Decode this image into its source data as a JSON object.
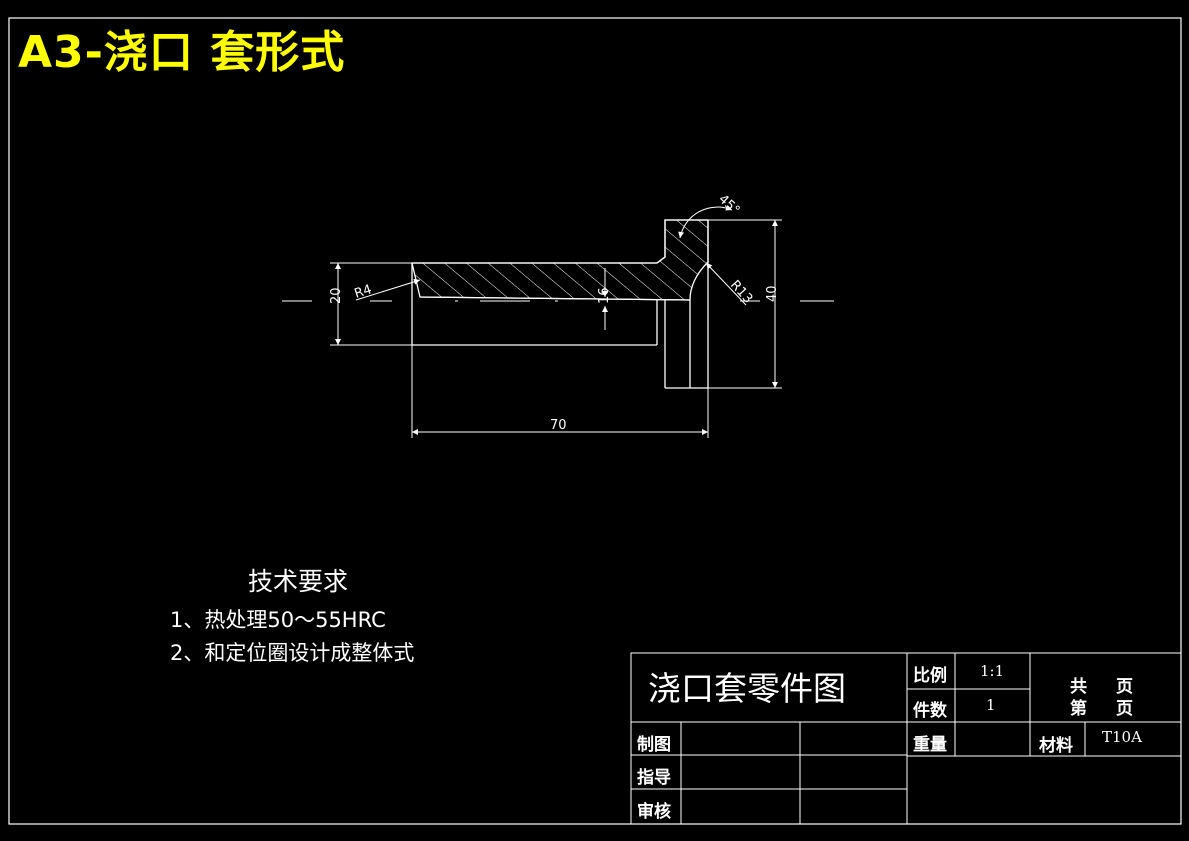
{
  "title": "A3-浇口 套形式",
  "drawing": {
    "dims": {
      "d20": "20",
      "d40": "40",
      "d70": "70",
      "d16": "16",
      "r4": "R4",
      "r13": "R13",
      "angle": "45°"
    }
  },
  "tech_requirements": {
    "heading": "技术要求",
    "items": [
      "1、热处理50～55HRC",
      "2、和定位圈设计成整体式"
    ]
  },
  "title_block": {
    "drawing_name": "浇口套零件图",
    "scale_label": "比例",
    "scale_value": "1:1",
    "qty_label": "件数",
    "qty_value": "1",
    "total_label": "共",
    "page_label": "页",
    "sheet_label": "第",
    "weight_label": "重量",
    "material_label": "材料",
    "material_value": "T10A",
    "drawn_label": "制图",
    "guide_label": "指导",
    "review_label": "审核"
  },
  "colors": {
    "background": "#000000",
    "lines": "#ffffff",
    "title": "#ffff00"
  }
}
